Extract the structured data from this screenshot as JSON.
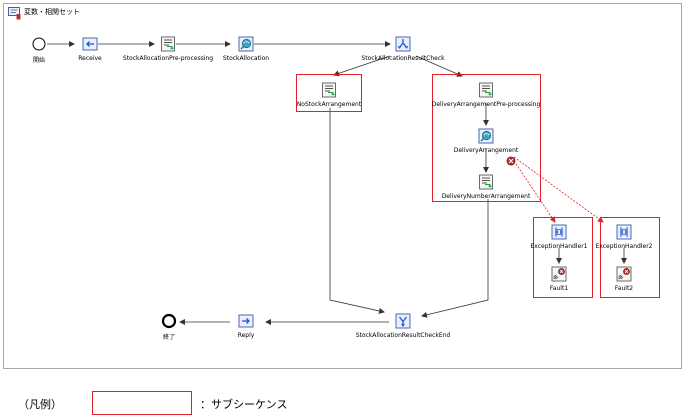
{
  "header": {
    "title": "変数・相関セット",
    "icon": "variable-set-icon"
  },
  "nodes": {
    "start": {
      "label": "開始",
      "icon": "start-event-icon"
    },
    "receive": {
      "label": "Receive",
      "icon": "receive-activity-icon"
    },
    "stock_pre": {
      "label": "StockAllocationPre-processing",
      "icon": "data-transform-icon"
    },
    "stock_alloc": {
      "label": "StockAllocation",
      "icon": "service-invoke-icon"
    },
    "check": {
      "label": "StockAllocationResultCheck",
      "icon": "branch-icon"
    },
    "no_stock": {
      "label": "NoStockArrangement",
      "icon": "data-transform-icon"
    },
    "delivery_pre": {
      "label": "DeliveryArrangementPre-processing",
      "icon": "data-transform-icon"
    },
    "delivery": {
      "label": "DeliveryArrangement",
      "icon": "service-invoke-icon"
    },
    "delivery_num": {
      "label": "DeliveryNumberArrangement",
      "icon": "data-transform-icon"
    },
    "handler1": {
      "label": "ExceptionHandler1",
      "icon": "exception-handler-icon"
    },
    "fault1": {
      "label": "Fault1",
      "icon": "fault-icon"
    },
    "handler2": {
      "label": "ExceptionHandler2",
      "icon": "exception-handler-icon"
    },
    "fault2": {
      "label": "Fault2",
      "icon": "fault-icon"
    },
    "check_end": {
      "label": "StockAllocationResultCheckEnd",
      "icon": "branch-end-icon"
    },
    "reply": {
      "label": "Reply",
      "icon": "reply-activity-icon"
    },
    "end": {
      "label": "終了",
      "icon": "end-event-icon"
    }
  },
  "legend": {
    "prefix": "（凡例）",
    "label": "：サブシーケンス"
  },
  "colors": {
    "subsequence_border": "#e0202a",
    "edge": "#333333",
    "exception_edge": "#e0202a"
  }
}
